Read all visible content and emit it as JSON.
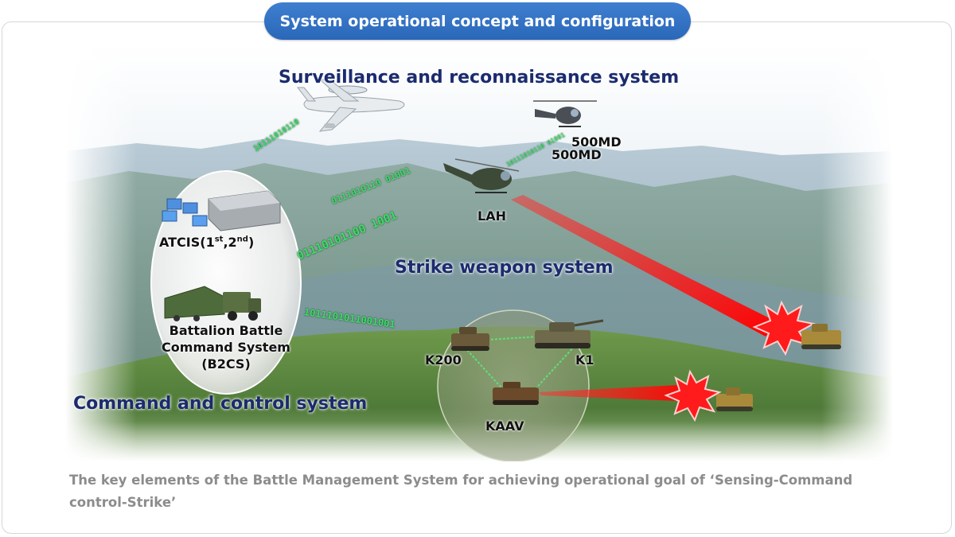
{
  "header": {
    "title": "System operational concept and configuration"
  },
  "diagram": {
    "sections": {
      "surveillance": "Surveillance and reconnaissance system",
      "strike": "Strike weapon system",
      "command": "Command and control system"
    },
    "nodes": {
      "atcis": {
        "name": "ATCIS(1",
        "sup1": "st",
        "sep": ",2",
        "sup2": "nd",
        "close": ")"
      },
      "b2cs": {
        "line1": "Battalion Battle",
        "line2": "Command System",
        "line3": "(B2CS)"
      },
      "md500_a": "500MD",
      "md500_b": "500MD",
      "lah": "LAH",
      "k200": "K200",
      "k1": "K1",
      "kaav": "KAAV"
    },
    "data_links": {
      "awacs_link": "10111010110",
      "lah_link": "0111010110 01001",
      "atcis_lah_link": "01110101100 1001",
      "b2cs_link": "1011101011001001",
      "md_link": "10111010110 01001"
    }
  },
  "caption": {
    "line1": "The key elements of the Battle Management System for achieving operational goal of ‘Sensing-Command",
    "line2": "control-Strike’"
  },
  "colors": {
    "pill": "#2f6fc0",
    "heading_text": "#1b2b6e",
    "strike_beam": "#ff1a1a",
    "data_link": "#3fdc6a",
    "caption_text": "#8c8c8c"
  }
}
